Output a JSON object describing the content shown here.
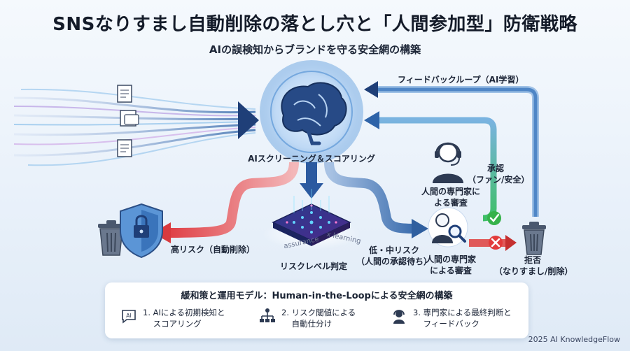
{
  "title": "SNSなりすまし自動削除の落とし穴と「人間参加型」防衛戦略",
  "subtitle": "AIの誤検知からブランドを守る安全網の構築",
  "labels": {
    "ai_screening": "AIスクリーニング＆スコアリング",
    "high_risk": "高リスク（自動削除）",
    "risk_level": "リスクレベル判定",
    "low_mid_risk_1": "低・中リスク",
    "low_mid_risk_2": "（人間の承認待ち）",
    "feedback_loop": "フィードバックループ（AI学習）",
    "approve_1": "承認",
    "approve_2": "（ファン/安全）",
    "expert_top_1": "人間の専門家に",
    "expert_top_2": "よる審査",
    "expert_bottom_1": "人間の専門家",
    "expert_bottom_2": "による審査",
    "reject_1": "拒否",
    "reject_2": "（なりすまし/削除）",
    "chip_word_1": "assurance",
    "chip_word_2": "x learning"
  },
  "panel": {
    "title": "緩和策と運用モデル：Human-in-the-Loopによる安全網の構築",
    "steps": [
      {
        "icon": "ai-badge-icon",
        "badge": "AI",
        "text": "1. AIによる初期検知と\n    スコアリング"
      },
      {
        "icon": "hierarchy-icon",
        "text": "2. リスク閾値による\n    自動仕分け"
      },
      {
        "icon": "expert-headset-icon",
        "text": "3. 専門家による最終判断と\n    フィードバック"
      }
    ]
  },
  "footer": "2025 AI KnowledgeFlow",
  "colors": {
    "blue_arrow": "#3d6fae",
    "red_arrow": "#e0474c",
    "green_check": "#36b24a",
    "red_x": "#e23b3b",
    "feedback_line": "#4f86c6",
    "approve_line": "#4cbf6a"
  }
}
